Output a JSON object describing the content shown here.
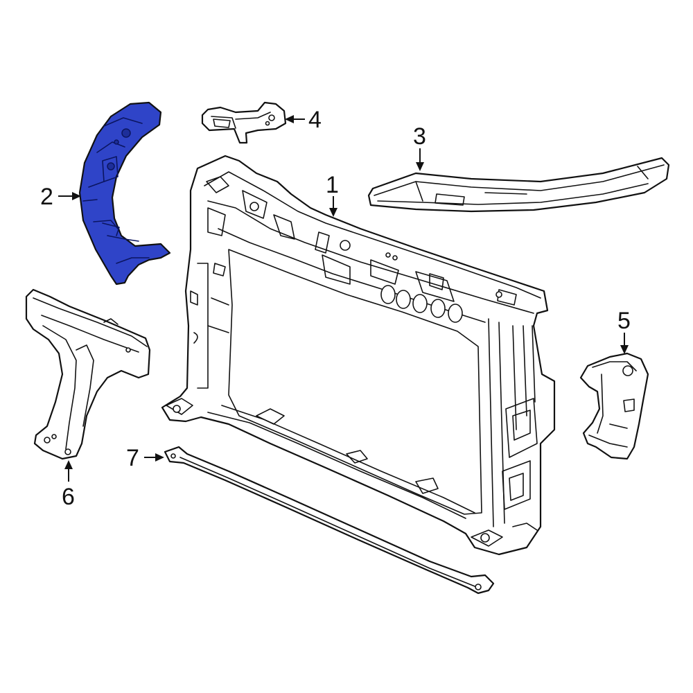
{
  "diagram": {
    "highlight_color": "#2f44c8",
    "line_color": "#111111",
    "callouts": [
      {
        "id": "1",
        "label": "1"
      },
      {
        "id": "2",
        "label": "2"
      },
      {
        "id": "3",
        "label": "3"
      },
      {
        "id": "4",
        "label": "4"
      },
      {
        "id": "5",
        "label": "5"
      },
      {
        "id": "6",
        "label": "6"
      },
      {
        "id": "7",
        "label": "7"
      }
    ],
    "highlighted_part": "2"
  }
}
